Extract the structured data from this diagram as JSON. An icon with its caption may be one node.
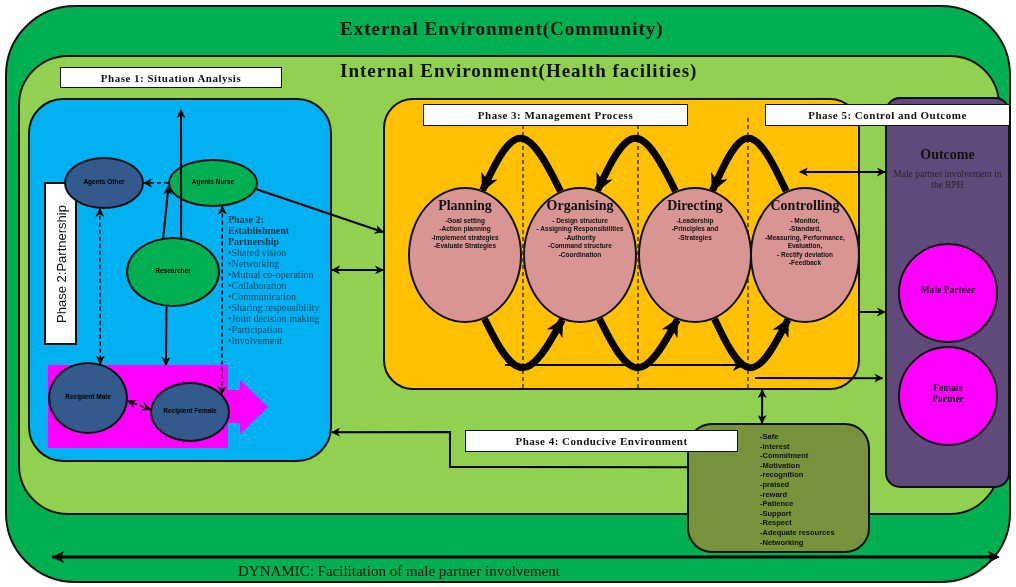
{
  "diagram": {
    "nodes": [
      {
        "text": [
          "External Environment(Community)"
        ]
      },
      {
        "text": [
          "Internal Environment(Health facilities)"
        ],
        "in": 0
      },
      {
        "text": [
          "Phase 1: Situation Analysis"
        ],
        "in": 1
      },
      {
        "text": [
          "Phase 2:Partnership"
        ],
        "in": 2
      },
      {
        "text": [
          "Agents Other"
        ],
        "in": 2
      },
      {
        "text": [
          "Agents Nurse"
        ],
        "in": 2
      },
      {
        "text": [
          "Researcher"
        ],
        "in": 2
      },
      {
        "text": [],
        "shape": "box",
        "in": 2
      },
      {
        "text": [
          "Recipient Male"
        ],
        "in": 7
      },
      {
        "text": [
          "Recipient Female"
        ],
        "in": 7
      },
      {
        "text": [
          "Phase 3: Management Process"
        ],
        "in": 1
      },
      {
        "text": [
          "Planning",
          "-Goal setting",
          "-Action planning",
          "-Implement strategies",
          "-Evaluate Strategies"
        ],
        "in": 10
      },
      {
        "text": [
          "Organising",
          "- Design structure",
          "- Assigning Responsibilities",
          "-Authority",
          "-Command structure",
          "-Coordination"
        ],
        "in": 10
      },
      {
        "text": [
          "Directing",
          "-Leadership",
          "-Principles and",
          "-Strategies"
        ],
        "in": 10
      },
      {
        "text": [
          "Controlling",
          "- Monitor,",
          "-Standard,",
          "-Measuring, Performance, Evaluation,",
          "- Rectify deviation",
          "-Feedback"
        ],
        "in": 10
      },
      {
        "text": [
          "Phase 5: Control and Outcome",
          "Outcome",
          "Male partner involvement in the RPH"
        ],
        "in": 0
      },
      {
        "text": [
          "Male Partner"
        ],
        "in": 15
      },
      {
        "text": [
          "Female Partner"
        ],
        "in": 15
      },
      {
        "text": [
          "Phase 4: Conducive Environment",
          "-Safe",
          "-Interest",
          "-Commitment",
          "-Motivation",
          "-recognition",
          "-praised",
          "-reward",
          "-Patience",
          "-Support",
          "-Respect",
          "-Adequate resources",
          "-Networking"
        ],
        "in": 0
      }
    ],
    "edges": [
      {
        "from": 5,
        "to": 4,
        "arrow": "to",
        "style": "dashed"
      },
      {
        "from": 6,
        "to": 5,
        "arrow": "to"
      },
      {
        "from": 6,
        "to": null,
        "arrow": "to"
      },
      {
        "from": 6,
        "to": 7,
        "arrow": "to"
      },
      {
        "from": 4,
        "to": 8,
        "arrow": "both",
        "style": "dashed"
      },
      {
        "from": 5,
        "to": 9,
        "arrow": "both",
        "style": "dashed"
      },
      {
        "from": 9,
        "to": 8,
        "arrow": "both",
        "style": "dashed"
      },
      {
        "from": 5,
        "to": 10,
        "arrow": "to"
      },
      {
        "from": 2,
        "to": 10,
        "arrow": "both"
      },
      {
        "from": 10,
        "to": 15,
        "arrow": "both"
      },
      {
        "from": 10,
        "to": 15,
        "arrow": "to"
      },
      {
        "from": 10,
        "to": 15,
        "arrow": "to"
      },
      {
        "from": 10,
        "to": 18,
        "arrow": "both"
      },
      {
        "from": 18,
        "to": 2,
        "arrow": "to"
      },
      {
        "from": 12,
        "to": 11,
        "arrow": "to",
        "style": "thick"
      },
      {
        "from": 13,
        "to": 12,
        "arrow": "to",
        "style": "thick"
      },
      {
        "from": 14,
        "to": 13,
        "arrow": "to",
        "style": "thick"
      },
      {
        "from": 11,
        "to": 12,
        "arrow": "to",
        "style": "thick"
      },
      {
        "from": 12,
        "to": 13,
        "arrow": "to",
        "style": "thick"
      },
      {
        "from": 13,
        "to": 14,
        "arrow": "to",
        "style": "thick"
      }
    ],
    "labels": [
      "Phase 2: Establishment Partnership",
      "•Shared vision",
      "•Networking",
      "•Mutual co-operation",
      "•Collaboration",
      "•Communication",
      "•Sharing responsibility",
      "•Joint decision making",
      "•Participation",
      "•Involvement",
      "DYNAMIC: Facilitation of male partner involvement"
    ]
  }
}
